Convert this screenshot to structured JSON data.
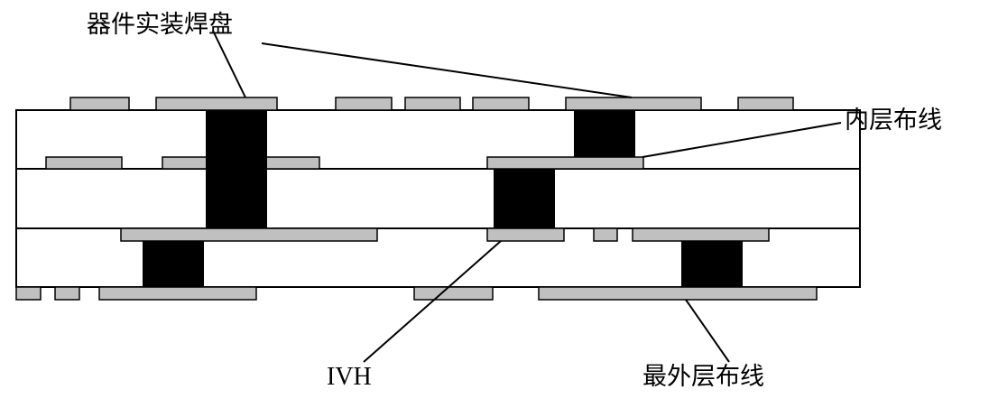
{
  "labels": {
    "component_pad": "器件实装焊盘",
    "inner_wiring": "内层布线",
    "ivh": "IVH",
    "outer_wiring": "最外层布线"
  },
  "colors": {
    "pad_fill": "#c0c0c0",
    "via_fill": "#000000",
    "outline": "#000000",
    "background": "#ffffff"
  }
}
